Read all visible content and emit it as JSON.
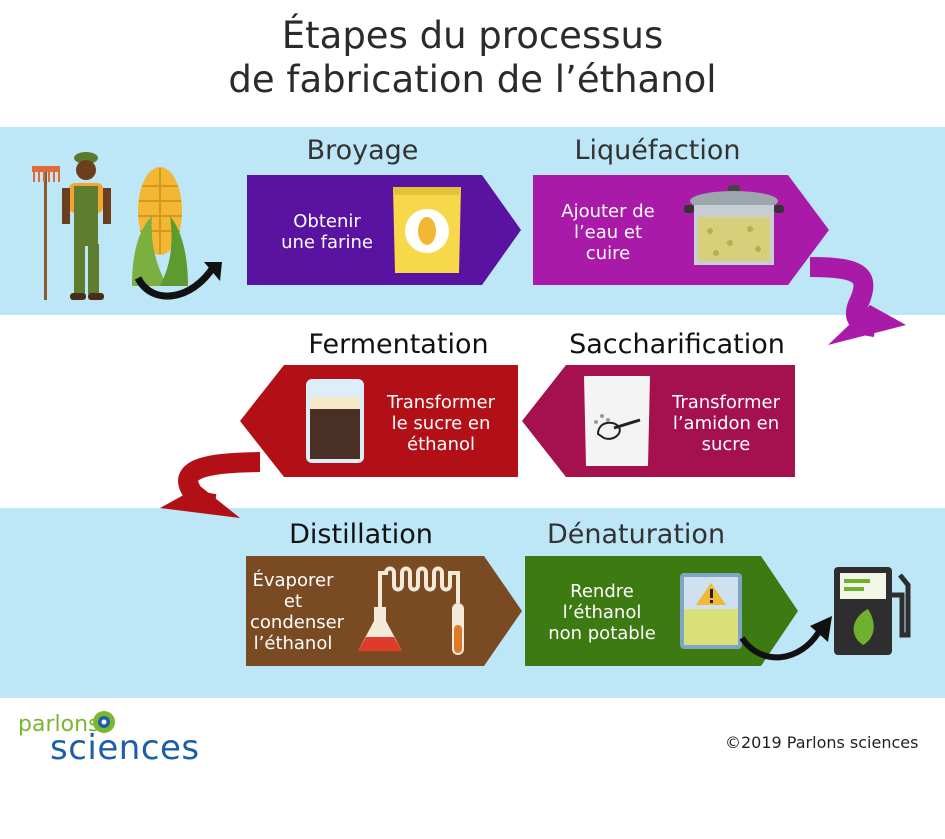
{
  "title_line1": "Étapes du processus",
  "title_line2": "de fabrication de l’éthanol",
  "steps": {
    "broyage": {
      "title": "Broyage",
      "text": [
        "Obtenir",
        "une farine"
      ]
    },
    "liquefaction": {
      "title": "Liquéfaction",
      "text": [
        "Ajouter de",
        "l’eau et",
        "cuire"
      ]
    },
    "fermentation": {
      "title": "Fermentation",
      "text": [
        "Transformer",
        "le sucre en",
        "éthanol"
      ]
    },
    "saccharification": {
      "title": "Saccharification",
      "text": [
        "Transformer",
        "l’amidon en",
        "sucre"
      ]
    },
    "distillation": {
      "title": "Distillation",
      "text": [
        "Évaporer",
        "et",
        "condenser",
        "l’éthanol"
      ]
    },
    "denaturation": {
      "title": "Dénaturation",
      "text": [
        "Rendre",
        "l’éthanol",
        "non potable"
      ]
    }
  },
  "logo": {
    "line1": "parlons",
    "line2": "sciences"
  },
  "copyright": "©2019 Parlons sciences",
  "colors": {
    "band": "#bde6f7",
    "broyage": "#5a12a0",
    "liquefaction": "#a91aa9",
    "fermentation": "#b20f16",
    "saccharification": "#a5104e",
    "distillation": "#7a4b23",
    "denaturation": "#3d7a12"
  },
  "icons": [
    "farmer-icon",
    "corn-icon",
    "flour-bag-icon",
    "pot-icon",
    "glass-icon",
    "sugar-bag-icon",
    "distillation-apparatus-icon",
    "beaker-warning-icon",
    "fuel-pump-icon"
  ]
}
